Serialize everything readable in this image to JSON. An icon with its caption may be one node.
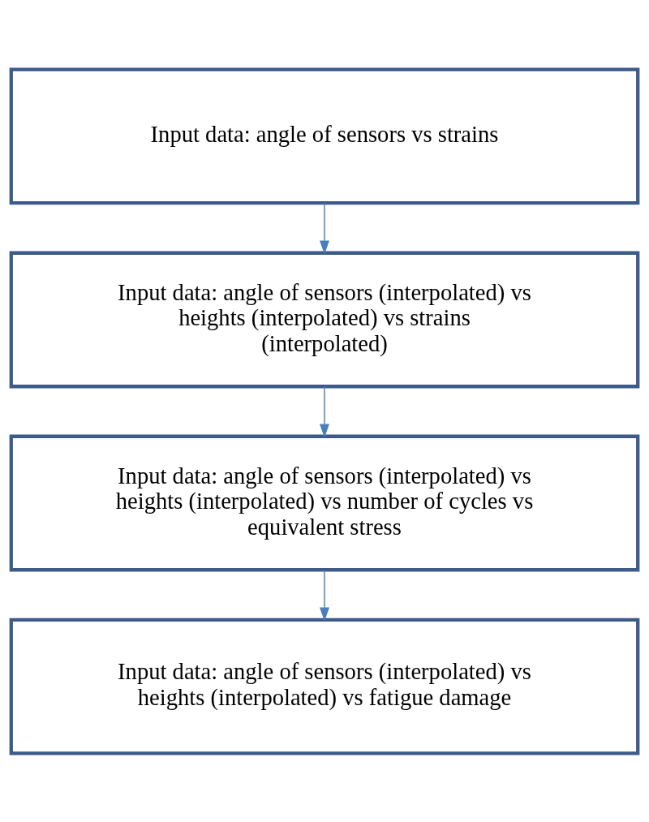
{
  "diagram": {
    "nodes": [
      {
        "text": [
          "Input data: angle of sensors vs strains"
        ]
      },
      {
        "text": [
          "Input data: angle of sensors (interpolated) vs heights (interpolated) vs strains (interpolated)"
        ]
      },
      {
        "text": [
          "Input data: angle of sensors (interpolated) vs heights (interpolated) vs number of cycles vs equivalent stress"
        ]
      },
      {
        "text": [
          "Input data: angle of sensors (interpolated) vs heights (interpolated) vs fatigue damage"
        ]
      }
    ],
    "edges": [
      {
        "from": 0,
        "to": 1,
        "arrow": "to"
      },
      {
        "from": 1,
        "to": 2,
        "arrow": "to"
      },
      {
        "from": 2,
        "to": 3,
        "arrow": "to"
      }
    ]
  }
}
